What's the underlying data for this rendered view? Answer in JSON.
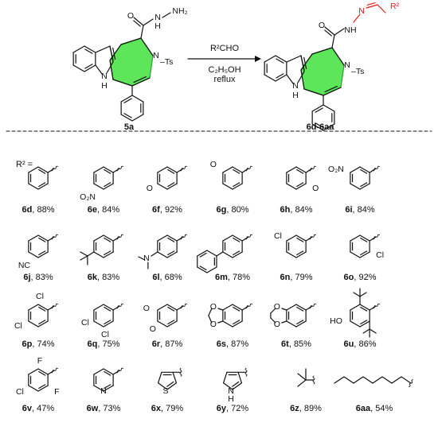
{
  "scheme": {
    "reagent_above": "R²CHO",
    "conditions_below": [
      "C₂H₅OH",
      "reflux"
    ],
    "starting_material": {
      "label": "5a",
      "atoms": {
        "hydrazide": "NH₂",
        "nh": "N",
        "h": "H",
        "ring_n": "N",
        "ts": "–Ts",
        "indole_nh": "N",
        "indole_h": "H"
      }
    },
    "product": {
      "label": "6d-6aa",
      "atoms": {
        "r2": "R²",
        "hydrazone_n": "N",
        "nh": "NH",
        "ring_n": "N",
        "ts": "–Ts",
        "indole_nh": "N",
        "indole_h": "H"
      }
    }
  },
  "r2_header": "R² =",
  "substituents": [
    {
      "id": "6d",
      "yield": "88%",
      "atoms": []
    },
    {
      "id": "6e",
      "yield": "84%",
      "atoms": [
        "O₂N"
      ]
    },
    {
      "id": "6f",
      "yield": "92%",
      "atoms": [
        "O"
      ]
    },
    {
      "id": "6g",
      "yield": "80%",
      "atoms": [
        "O"
      ]
    },
    {
      "id": "6h",
      "yield": "84%",
      "atoms": [
        "O"
      ]
    },
    {
      "id": "6i",
      "yield": "84%",
      "atoms": [
        "O₂N"
      ]
    },
    {
      "id": "6j",
      "yield": "83%",
      "atoms": [
        "NC"
      ]
    },
    {
      "id": "6k",
      "yield": "83%",
      "atoms": []
    },
    {
      "id": "6l",
      "yield": "68%",
      "atoms": [
        "N"
      ]
    },
    {
      "id": "6m",
      "yield": "78%",
      "atoms": []
    },
    {
      "id": "6n",
      "yield": "79%",
      "atoms": [
        "Cl"
      ]
    },
    {
      "id": "6o",
      "yield": "92%",
      "atoms": [
        "Cl"
      ]
    },
    {
      "id": "6p",
      "yield": "74%",
      "atoms": [
        "Cl",
        "Cl"
      ]
    },
    {
      "id": "6q",
      "yield": "75%",
      "atoms": [
        "Cl",
        "Cl"
      ]
    },
    {
      "id": "6r",
      "yield": "87%",
      "atoms": [
        "O",
        "O"
      ]
    },
    {
      "id": "6s",
      "yield": "87%",
      "atoms": [
        "O",
        "O"
      ]
    },
    {
      "id": "6t",
      "yield": "85%",
      "atoms": [
        "O",
        "O"
      ]
    },
    {
      "id": "6u",
      "yield": "86%",
      "atoms": [
        "HO"
      ]
    },
    {
      "id": "6v",
      "yield": "47%",
      "atoms": [
        "F",
        "F",
        "Cl"
      ]
    },
    {
      "id": "6w",
      "yield": "73%",
      "atoms": [
        "N"
      ]
    },
    {
      "id": "6x",
      "yield": "79%",
      "atoms": [
        "S"
      ]
    },
    {
      "id": "6y",
      "yield": "72%",
      "atoms": [
        "N",
        "H"
      ]
    },
    {
      "id": "6z",
      "yield": "89%",
      "atoms": []
    },
    {
      "id": "6aa",
      "yield": "54%",
      "atoms": []
    }
  ],
  "colors": {
    "highlight_ring": "#5ee65a",
    "highlight_stroke": "#2f9e2c",
    "hydrazone": "#e0201c",
    "bond": "#111111"
  }
}
